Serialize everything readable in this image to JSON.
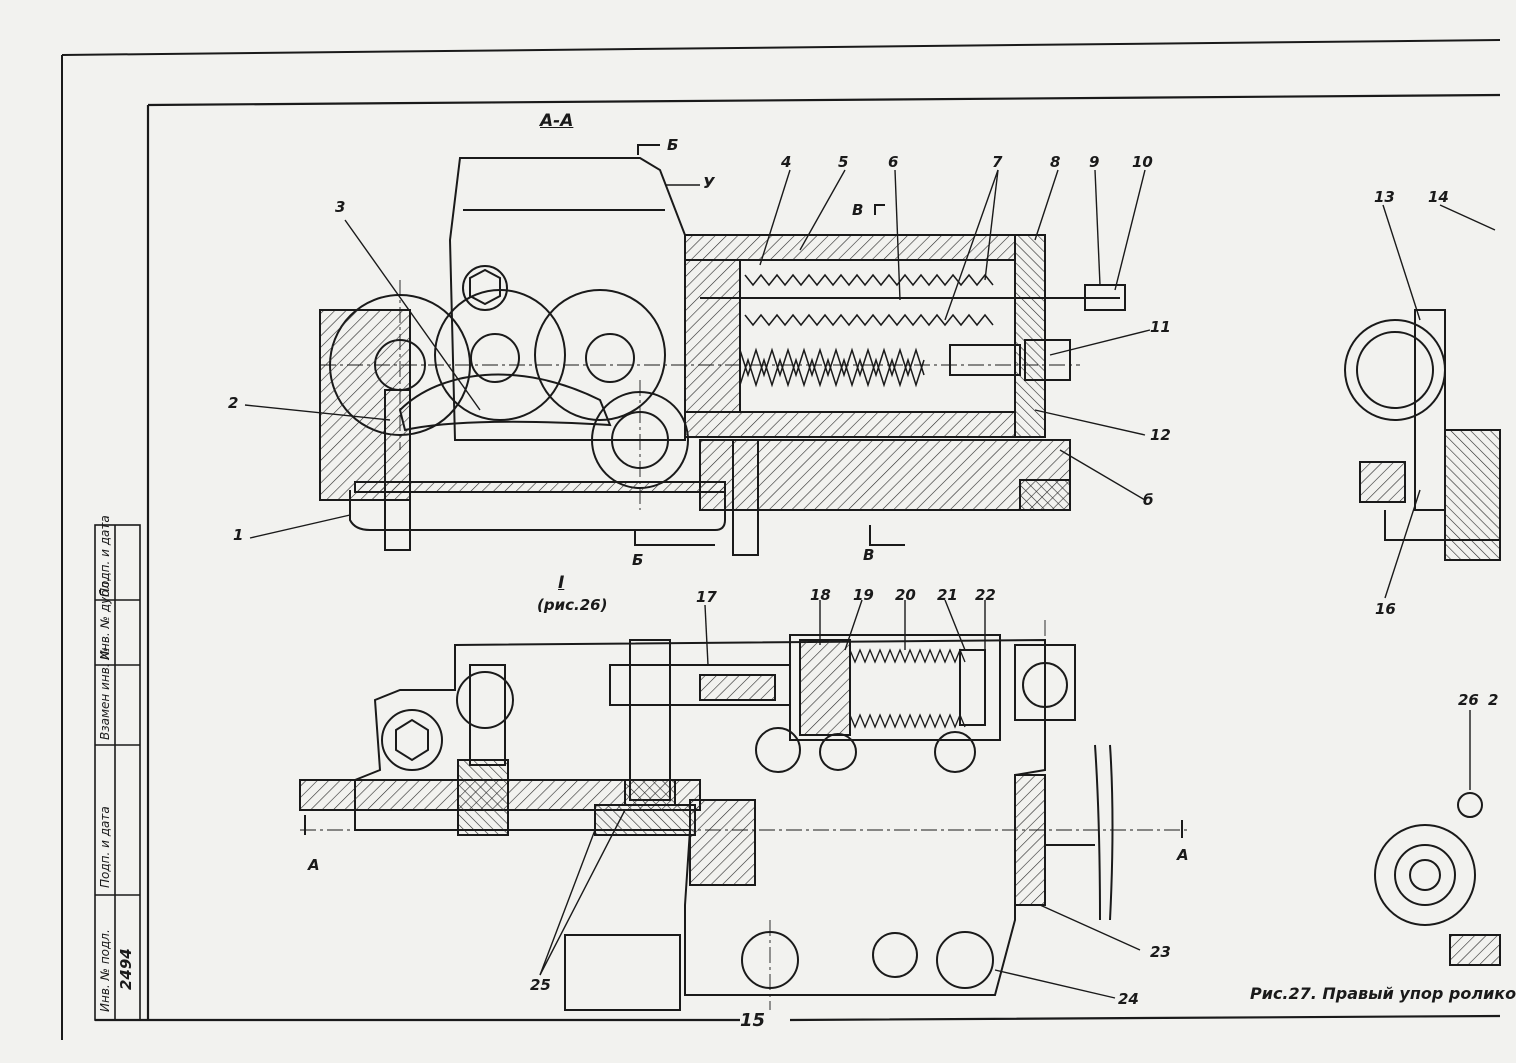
{
  "section_title": "A-A",
  "detail_ref": {
    "roman": "I",
    "ref": "(рис.26)"
  },
  "section_marks": {
    "b": "Б",
    "v": "В",
    "a": "А",
    "u": "У",
    "b_small": "б"
  },
  "callouts": [
    "1",
    "2",
    "3",
    "4",
    "5",
    "6",
    "7",
    "8",
    "9",
    "10",
    "11",
    "12",
    "13",
    "14",
    "16",
    "17",
    "18",
    "19",
    "20",
    "21",
    "22",
    "23",
    "24",
    "25",
    "26",
    "2"
  ],
  "stamp": {
    "inv_podl": "Инв. № подл.",
    "inv_number": "2494",
    "podp_data1": "Подп. и дата",
    "vzam_inv": "Взамен инв. №",
    "inv_dubl": "Инв. № дубл.",
    "podp_data2": "Подп. и дата"
  },
  "page_number": "15",
  "caption": "Рис.27. Правый упор ролико",
  "colors": {
    "line": "#1a1a1a",
    "paper": "#f2f2ef",
    "hatch": "#2a2a2a"
  }
}
